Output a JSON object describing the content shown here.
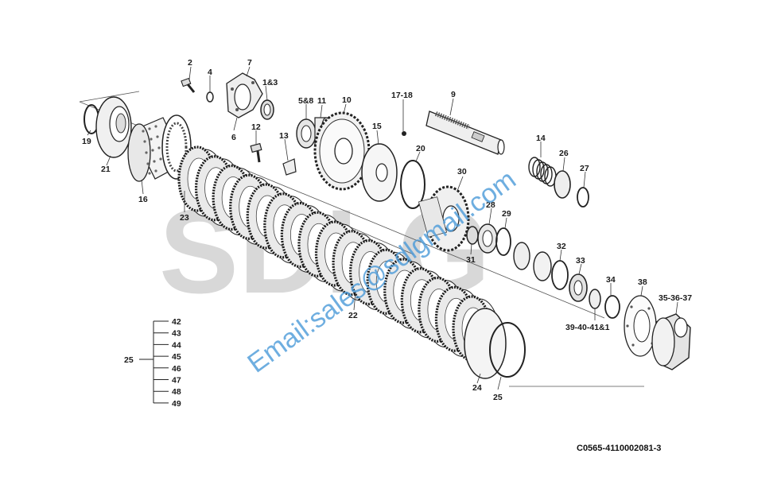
{
  "watermark": {
    "brand": "SDLG",
    "email": "Email:sales@sdlgmail.com",
    "color": "#4a9ad8"
  },
  "drawing_code": "C0565-4110002081-3",
  "part_labels": {
    "p2": "2",
    "p4": "4",
    "p7": "7",
    "p1_3": "1&3",
    "p6": "6",
    "p5_8": "5&8",
    "p11": "11",
    "p10": "10",
    "p12": "12",
    "p13": "13",
    "p15": "15",
    "p17_18": "17-18",
    "p9": "9",
    "p20": "20",
    "p14": "14",
    "p26": "26",
    "p27": "27",
    "p19": "19",
    "p21": "21",
    "p16": "16",
    "p23": "23",
    "p30": "30",
    "p28": "28",
    "p29": "29",
    "p31": "31",
    "p32": "32",
    "p33": "33",
    "p34": "34",
    "p38": "38",
    "p35_36_37": "35-36-37",
    "p39_40_41_1": "39-40-41&1",
    "p22": "22",
    "p24": "24",
    "p25b": "25"
  },
  "legend": {
    "group": "25",
    "items": [
      "42",
      "43",
      "44",
      "45",
      "46",
      "47",
      "48",
      "49"
    ]
  }
}
